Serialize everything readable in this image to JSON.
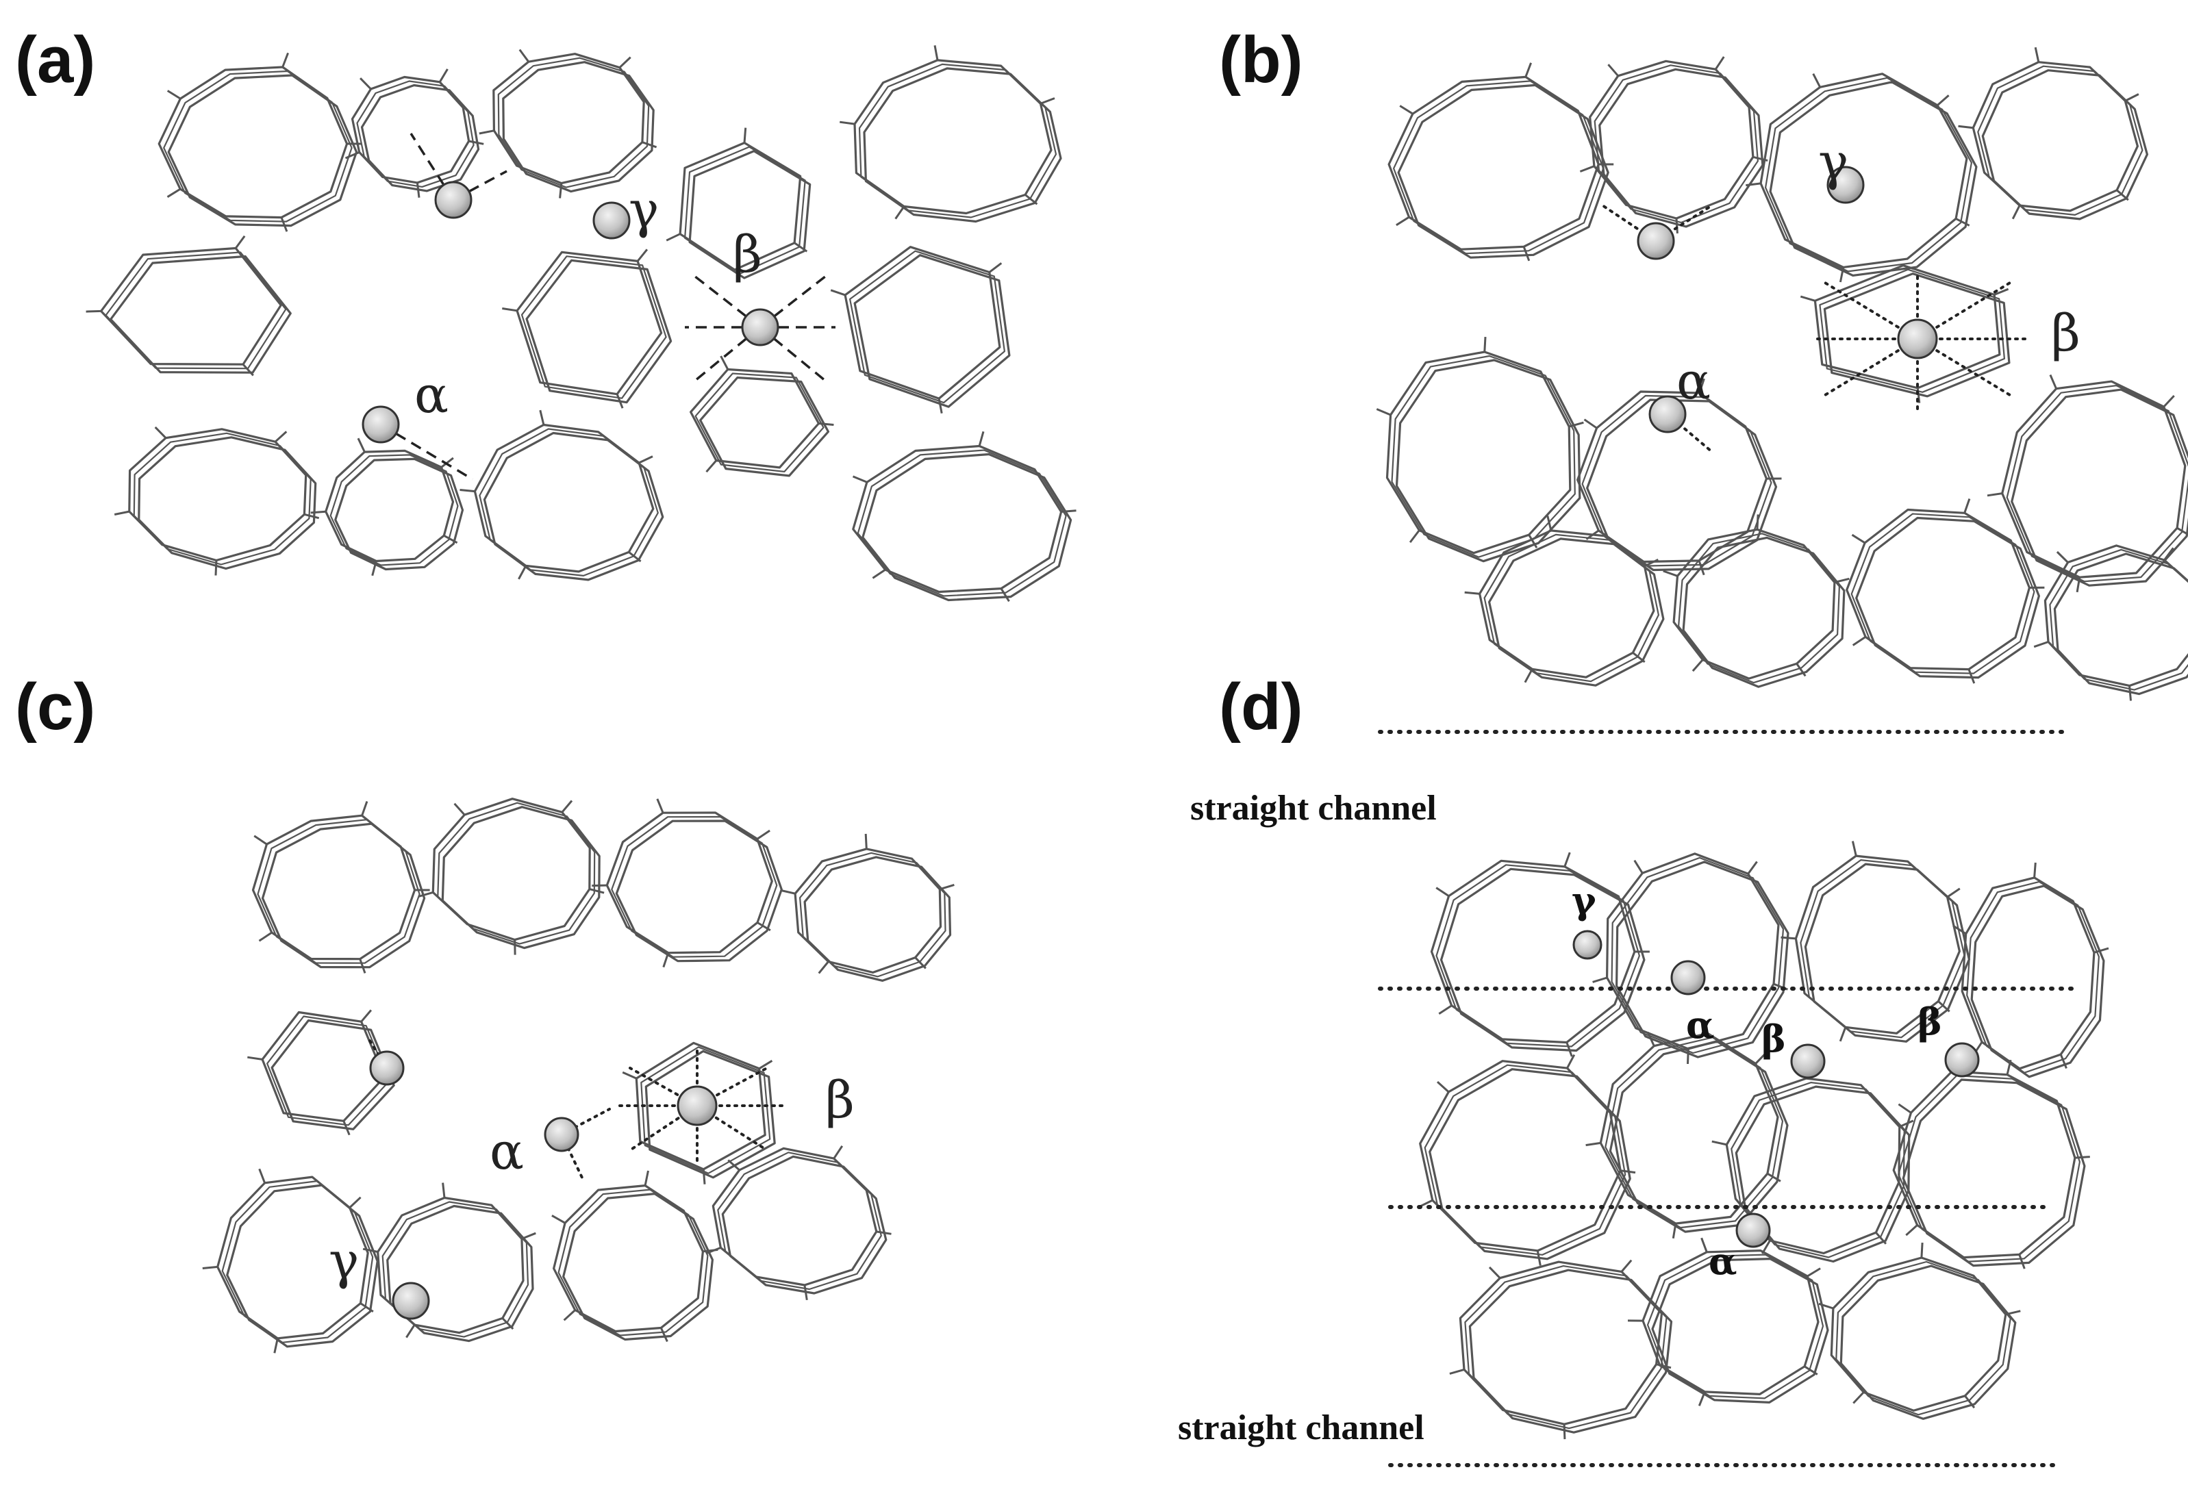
{
  "panels": [
    {
      "id": "a",
      "label": "(a)",
      "sites": [
        "α",
        "β",
        "γ"
      ]
    },
    {
      "id": "b",
      "label": "(b)",
      "sites": [
        "α",
        "β",
        "γ"
      ]
    },
    {
      "id": "c",
      "label": "(c)",
      "sites": [
        "α",
        "β",
        "γ"
      ]
    },
    {
      "id": "d",
      "label": "(d)",
      "sites": [
        "α",
        "α",
        "β",
        "β",
        "γ"
      ],
      "channel_top": "straight channel",
      "channel_bottom": "straight channel"
    }
  ],
  "colors": {
    "framework": "#555555",
    "ion_fill": "#c9c9c9",
    "ion_stroke": "#333333",
    "dotted": "#222222"
  }
}
